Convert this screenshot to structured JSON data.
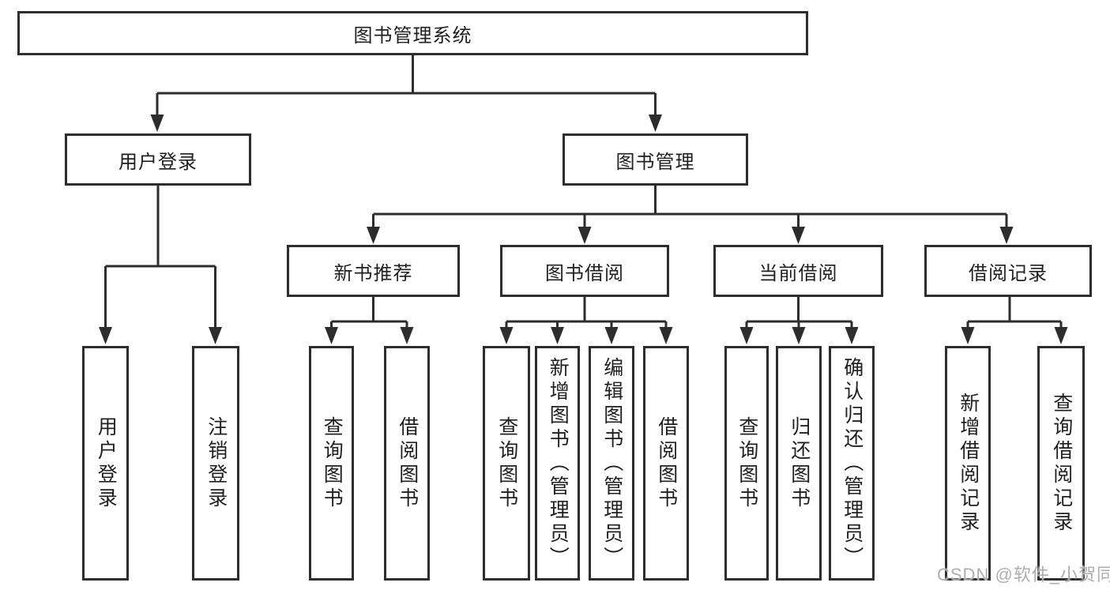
{
  "diagram": {
    "root": {
      "label": "图书管理系统"
    },
    "level2": [
      {
        "id": "user-login",
        "label": "用户登录"
      },
      {
        "id": "book-management",
        "label": "图书管理"
      }
    ],
    "level3": [
      {
        "id": "new-book-recommend",
        "label": "新书推荐",
        "parent": "图书管理"
      },
      {
        "id": "book-borrow",
        "label": "图书借阅",
        "parent": "图书管理"
      },
      {
        "id": "current-borrow",
        "label": "当前借阅",
        "parent": "图书管理"
      },
      {
        "id": "borrow-records",
        "label": "借阅记录",
        "parent": "图书管理"
      }
    ],
    "leaves": [
      {
        "parent": "用户登录",
        "label": "用户登录"
      },
      {
        "parent": "用户登录",
        "label": "注销登录"
      },
      {
        "parent": "新书推荐",
        "label": "查询图书"
      },
      {
        "parent": "新书推荐",
        "label": "借阅图书"
      },
      {
        "parent": "图书借阅",
        "label": "查询图书"
      },
      {
        "parent": "图书借阅",
        "label": "新增图书（管理员）"
      },
      {
        "parent": "图书借阅",
        "label": "编辑图书（管理员）"
      },
      {
        "parent": "图书借阅",
        "label": "借阅图书"
      },
      {
        "parent": "当前借阅",
        "label": "查询图书"
      },
      {
        "parent": "当前借阅",
        "label": "归还图书"
      },
      {
        "parent": "当前借阅",
        "label": "确认归还（管理员）"
      },
      {
        "parent": "借阅记录",
        "label": "新增借阅记录"
      },
      {
        "parent": "借阅记录",
        "label": "查询借阅记录"
      }
    ]
  },
  "watermark": {
    "text": "CSDN @软件_小贺同学"
  },
  "colors": {
    "line": "#2d2d2d",
    "box_border": "#2d2d2d",
    "text": "#1f1f1f",
    "background": "#ffffff",
    "watermark": "#adadad"
  }
}
